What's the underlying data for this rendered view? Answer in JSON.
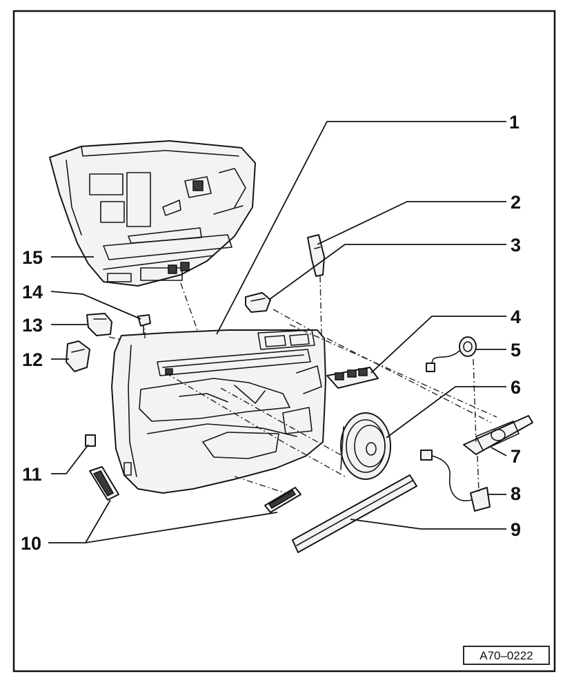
{
  "figure": {
    "reference_code": "A70–0222",
    "callouts": [
      "1",
      "2",
      "3",
      "4",
      "5",
      "6",
      "7",
      "8",
      "9",
      "10",
      "11",
      "12",
      "13",
      "14",
      "15"
    ]
  },
  "colors": {
    "ink": "#111111",
    "paper": "#ffffff",
    "fill": "#f3f3f3"
  }
}
